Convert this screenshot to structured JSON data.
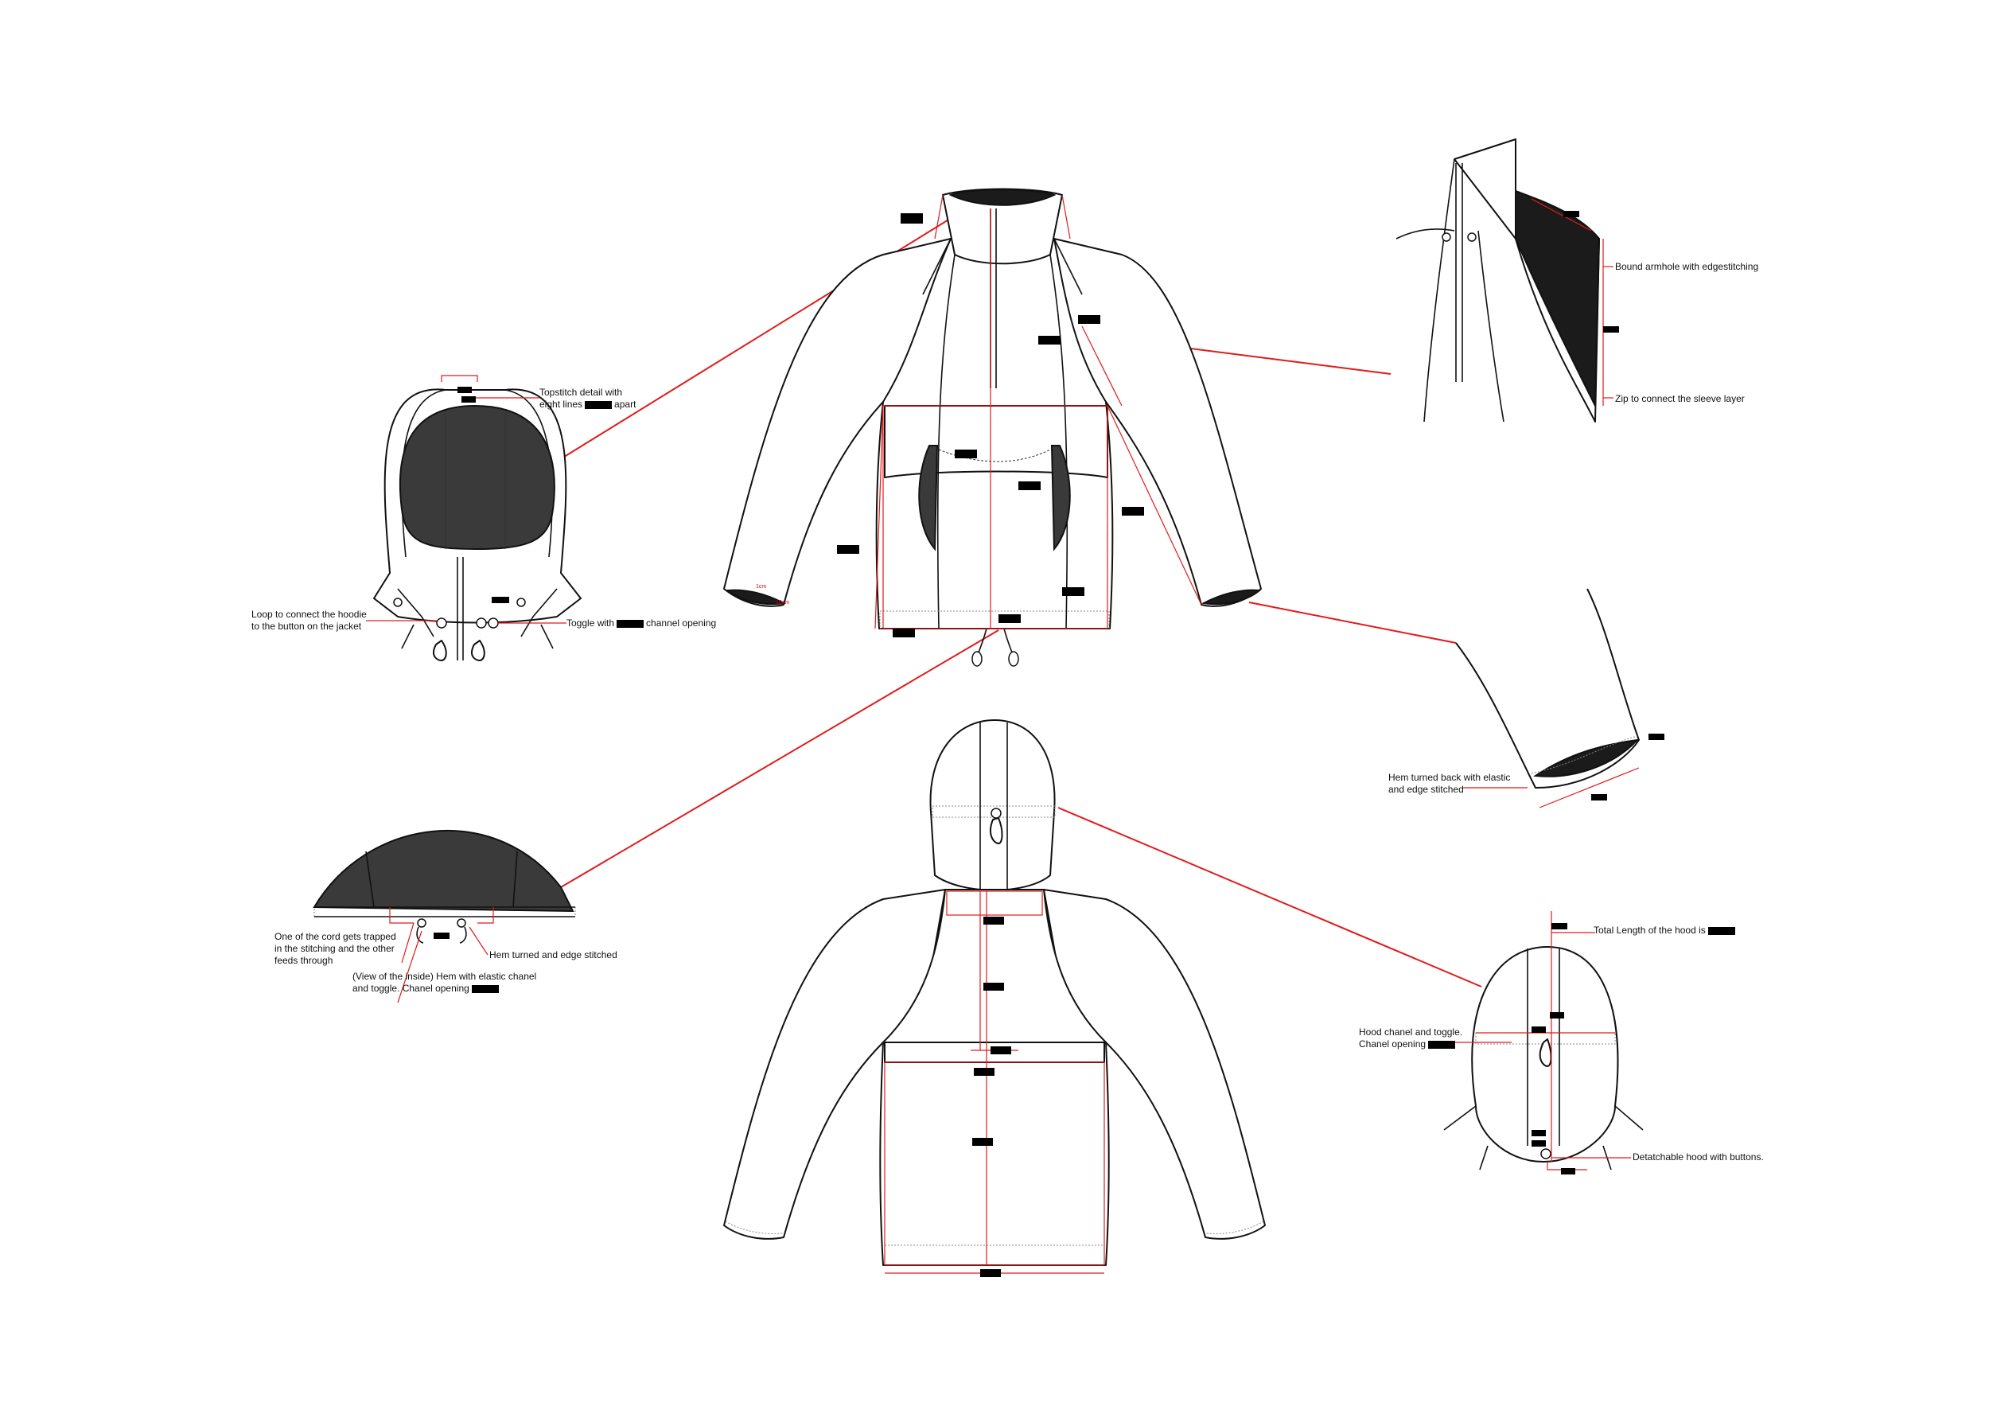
{
  "labels": {
    "topstitch_1": "Topstitch detail with",
    "topstitch_2": "eight lines",
    "topstitch_3": "apart",
    "loop_1": "Loop to connect the hoodie",
    "loop_2": "to the button on the jacket",
    "toggle_1": "Toggle with",
    "toggle_2": "channel opening",
    "bound_armhole": "Bound armhole with edgestitching",
    "zip_sleeve": "Zip to connect the sleeve layer",
    "hem_back_1": "Hem turned back with elastic",
    "hem_back_2": "and edge stitched",
    "cord_1": "One of the cord gets trapped",
    "cord_2": "in the stitching and the other",
    "cord_3": "feeds through",
    "inside_1": "(View of the inside) Hem with elastic chanel",
    "inside_2": "and toggle. Chanel opening",
    "hem_turned": "Hem turned and edge stitched",
    "total_length": "Total Length of the hood is",
    "hood_chanel_1": "Hood chanel and toggle.",
    "hood_chanel_2": "Chanel opening",
    "detachable": "Detatchable hood with buttons.",
    "cuff_1": "1cm",
    "cuff_2": "10cm"
  },
  "colors": {
    "callout": "#e21a1a",
    "outline": "#111111",
    "fill_dark": "#3a3a3a",
    "fill_black": "#1b1b1b",
    "redaction": "#000000"
  }
}
